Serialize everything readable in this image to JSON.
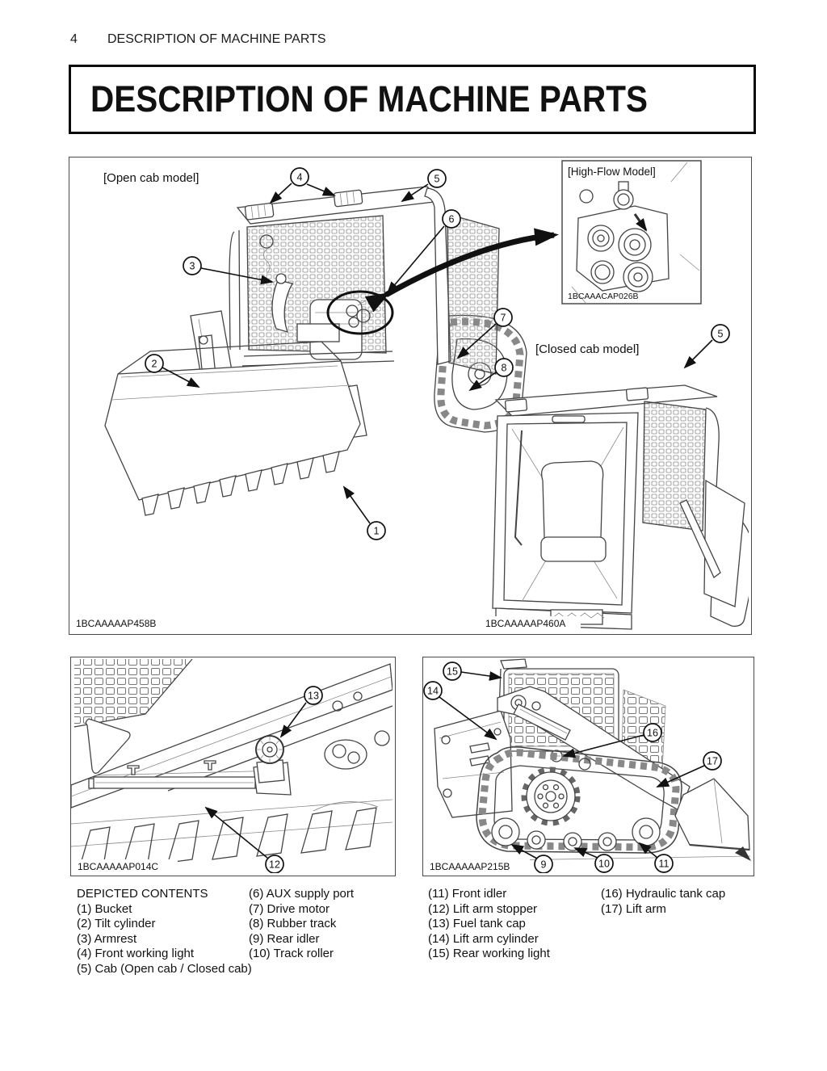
{
  "page": {
    "number": "4",
    "running_title": "DESCRIPTION OF MACHINE PARTS",
    "title": "DESCRIPTION OF MACHINE PARTS"
  },
  "figure_main": {
    "open_cab_label": "[Open cab model]",
    "high_flow_label": "[High-Flow Model]",
    "closed_cab_label": "[Closed cab model]",
    "open_cab_code": "1BCAAAAAP458B",
    "high_flow_code": "1BCAAACAP026B",
    "closed_cab_code": "1BCAAAAAP460A",
    "callouts": {
      "n1": "1",
      "n2": "2",
      "n3": "3",
      "n4": "4",
      "n5": "5",
      "n6": "6",
      "n7": "7",
      "n8": "8"
    }
  },
  "figure_stopper": {
    "code": "1BCAAAAAP014C",
    "callouts": {
      "n12": "12",
      "n13": "13"
    }
  },
  "figure_side": {
    "code": "1BCAAAAAP215B",
    "callouts": {
      "n9": "9",
      "n10": "10",
      "n11": "11",
      "n14": "14",
      "n15": "15",
      "n16": "16",
      "n17": "17"
    }
  },
  "legend": {
    "title": "DEPICTED CONTENTS",
    "col1": [
      "(1) Bucket",
      "(2) Tilt cylinder",
      "(3) Armrest",
      "(4) Front working light",
      "(5) Cab (Open cab / Closed cab)"
    ],
    "col2": [
      "(6) AUX supply port",
      "(7) Drive motor",
      "(8) Rubber track",
      "(9) Rear idler",
      "(10) Track roller"
    ],
    "col3": [
      "(11) Front idler",
      "(12) Lift arm stopper",
      "(13) Fuel tank cap",
      "(14) Lift arm cylinder",
      "(15) Rear working light"
    ],
    "col4": [
      "(16) Hydraulic tank cap",
      "(17) Lift arm"
    ]
  }
}
